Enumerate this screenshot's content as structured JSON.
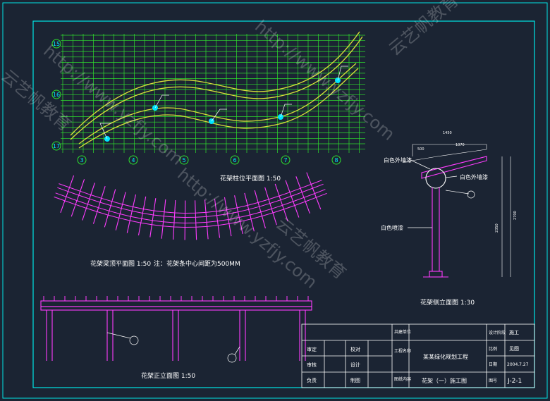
{
  "plan_view": {
    "title": "花架柱位平面图 1:50",
    "row_labels": [
      "15",
      "16",
      "17"
    ],
    "col_labels": [
      "3",
      "4",
      "5",
      "6",
      "7",
      "8"
    ]
  },
  "top_plan": {
    "title": "花架梁顶平面图 1:50",
    "note": "注：花架条中心间距为500MM"
  },
  "front_elev": {
    "title": "花架正立面图 1:50"
  },
  "side_elev": {
    "title": "花架侧立面图 1:30",
    "notes": [
      "白色外墙漆",
      "白色外墙漆",
      "白色喷漆"
    ],
    "dims": [
      "1450",
      "500",
      "1070",
      "2350",
      "2700"
    ]
  },
  "title_block": {
    "left_labels": [
      "审定",
      "审核",
      "负责"
    ],
    "mid_labels": [
      "校对",
      "设计",
      "制图"
    ],
    "col3": [
      "共建单位",
      "工程名称",
      "图纸内容"
    ],
    "project": "某某绿化规划工程",
    "drawing": "花架（一）施工图",
    "r_labels": [
      "设计阶段",
      "比例",
      "日期",
      "图号"
    ],
    "r_values": [
      "施工",
      "见图",
      "2004.7.27",
      "J-2-1"
    ]
  },
  "watermark": {
    "url": "http://www.yzfjy.com",
    "brand": "云艺帆教育"
  },
  "colors": {
    "background": "#1b2433",
    "border": "#00e5e5",
    "grid": "#2ee02e",
    "curve": "#d8e03a",
    "frame": "#ff3cff",
    "text": "#ffffff",
    "accent": "#00e5ff"
  }
}
